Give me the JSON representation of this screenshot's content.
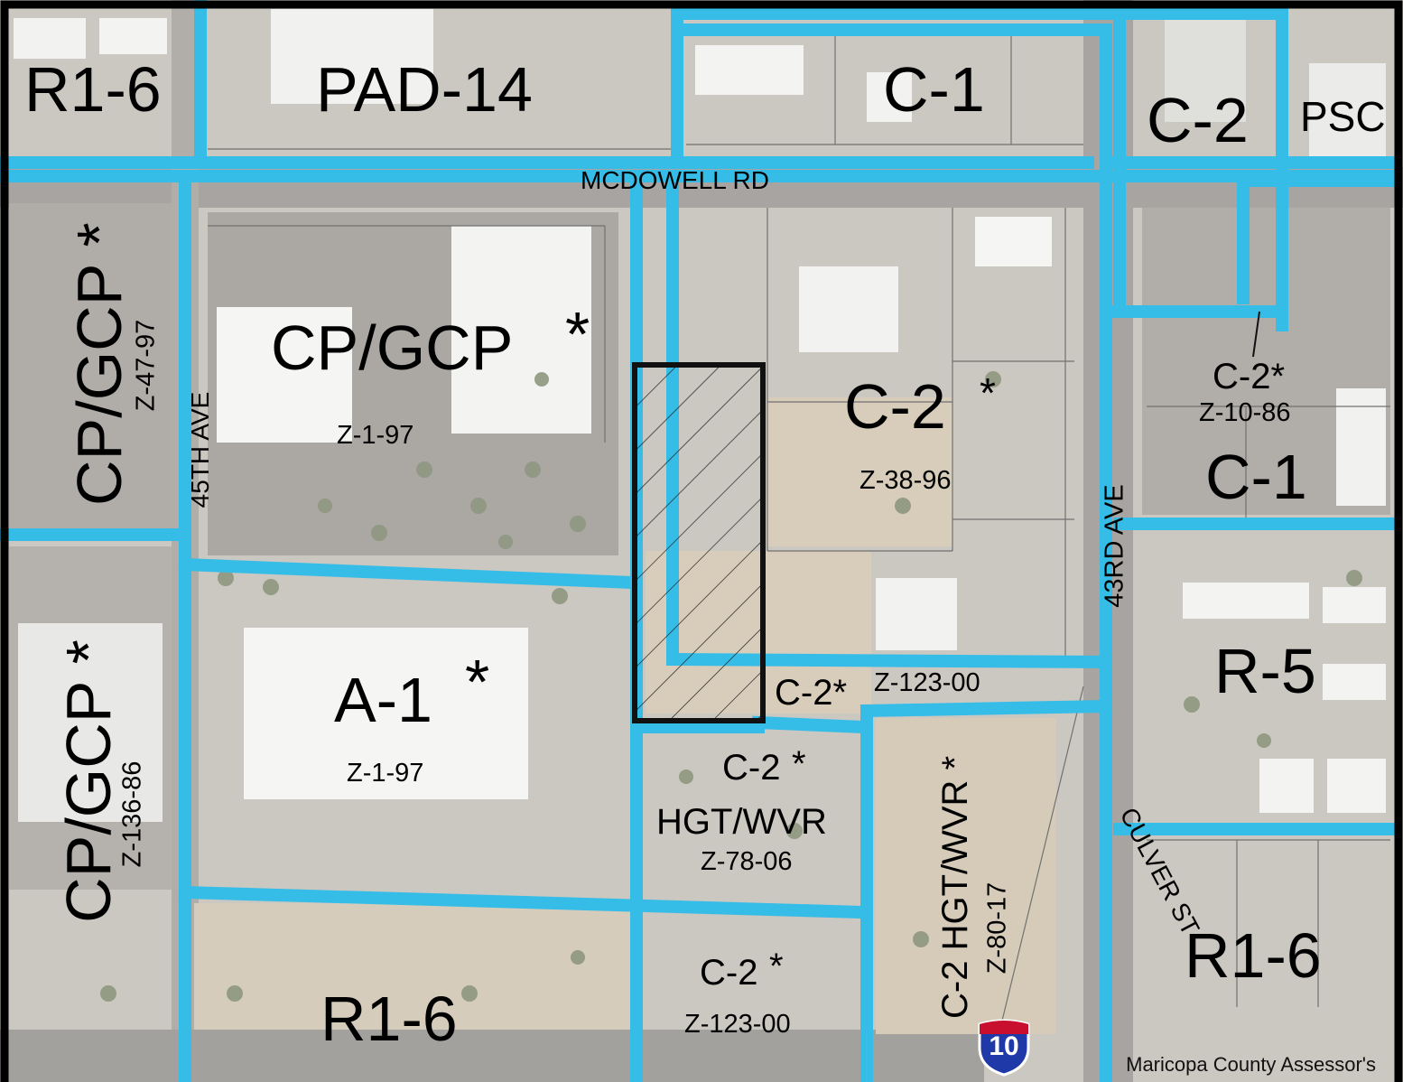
{
  "map": {
    "attribution": "Maricopa County Assessor's",
    "highway_shield": "10",
    "colors": {
      "boundary": "#35bde8",
      "frame": "#000000",
      "site_outline": "#111111",
      "asphalt": "#8f8b87",
      "dirt": "#cdbfa8",
      "roof": "#f2f2f0"
    }
  },
  "streets": {
    "mcdowell": "MCDOWELL RD",
    "ave45": "45TH AVE",
    "ave43": "43RD AVE",
    "culver": "CULVER ST"
  },
  "zones": {
    "r16_nw": "R1-6",
    "pad14": "PAD-14",
    "c1_n": "C-1",
    "c2_ne": "C-2",
    "psc": "PSC",
    "cpgcp_w1": "CP/GCP *",
    "cpgcp_center": "CP/GCP",
    "star_center": "*",
    "c2_center": "C-2",
    "star_c2_center": "*",
    "c2_east_small": "C-2*",
    "c1_east": "C-1",
    "r5": "R-5",
    "a1": "A-1",
    "star_a1": "*",
    "cpgcp_w2": "CP/GCP *",
    "c2_site": "C-2*",
    "c2_south1": "C-2",
    "star_south1": "*",
    "hgtwvr": "HGT/WVR",
    "c2_hgtwvr": "C-2 HGT/WVR *",
    "c2_south2": "C-2",
    "star_south2": "*",
    "r16_s": "R1-6",
    "r16_se": "R1-6"
  },
  "cases": {
    "z47_97": "Z-47-97",
    "z1_97_a": "Z-1-97",
    "z38_96": "Z-38-96",
    "z10_86": "Z-10-86",
    "z123_00_a": "Z-123-00",
    "z1_97_b": "Z-1-97",
    "z136_86": "Z-136-86",
    "z78_06": "Z-78-06",
    "z80_17": "Z-80-17",
    "z123_00_b": "Z-123-00"
  }
}
